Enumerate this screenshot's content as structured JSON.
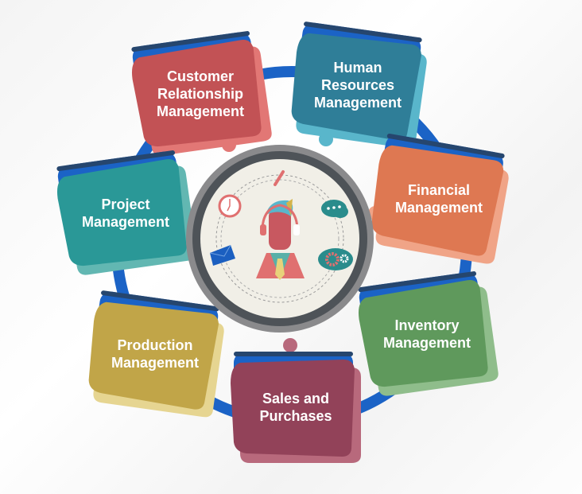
{
  "diagram": {
    "ring_color": "#1b63c6",
    "center_icons": [
      "person-headset-icon",
      "clock-icon",
      "envelope-icon",
      "phone-icon",
      "chat-bubble-icon",
      "gears-icon"
    ],
    "modules": [
      {
        "lines": [
          "Customer",
          "Relationship",
          "Management"
        ],
        "dark": "#c25255",
        "light": "#e27775"
      },
      {
        "lines": [
          "Human",
          "Resources",
          "Management"
        ],
        "dark": "#2f7e98",
        "light": "#59b6cb"
      },
      {
        "lines": [
          "Financial",
          "Management"
        ],
        "dark": "#de7852",
        "light": "#f0a487"
      },
      {
        "lines": [
          "Inventory",
          "Management"
        ],
        "dark": "#5f995c",
        "light": "#8fbd8b"
      },
      {
        "lines": [
          "Sales and",
          "Purchases"
        ],
        "dark": "#924259",
        "light": "#b8697c"
      },
      {
        "lines": [
          "Production",
          "Management"
        ],
        "dark": "#c1a548",
        "light": "#e6d591"
      },
      {
        "lines": [
          "Project",
          "Management"
        ],
        "dark": "#2a9897",
        "light": "#62b7b2"
      }
    ]
  }
}
